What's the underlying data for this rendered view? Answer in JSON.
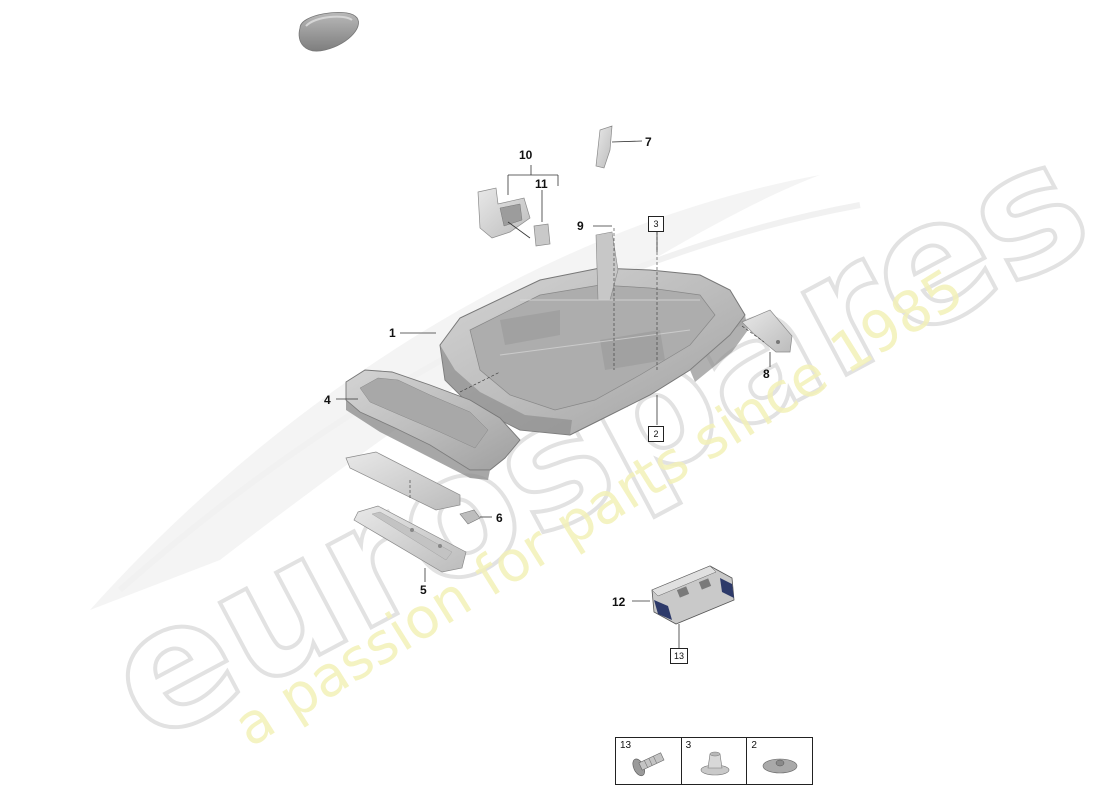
{
  "watermark": {
    "brand": "eurospares",
    "tagline": "a passion for parts since 1985",
    "brand_color": "#e3e3e3",
    "tagline_color": "#f3f1b8"
  },
  "callouts": [
    {
      "id": "1",
      "label": "1"
    },
    {
      "id": "4",
      "label": "4"
    },
    {
      "id": "5",
      "label": "5"
    },
    {
      "id": "6",
      "label": "6"
    },
    {
      "id": "7",
      "label": "7"
    },
    {
      "id": "8",
      "label": "8"
    },
    {
      "id": "9",
      "label": "9"
    },
    {
      "id": "10",
      "label": "10"
    },
    {
      "id": "11",
      "label": "11"
    },
    {
      "id": "12",
      "label": "12"
    }
  ],
  "boxed_refs": [
    {
      "id": "3",
      "label": "3"
    },
    {
      "id": "2",
      "label": "2"
    },
    {
      "id": "13",
      "label": "13"
    }
  ],
  "legend": [
    {
      "label": "13",
      "part": "bolt-icon"
    },
    {
      "label": "3",
      "part": "clip-nut-icon"
    },
    {
      "label": "2",
      "part": "washer-icon"
    }
  ]
}
